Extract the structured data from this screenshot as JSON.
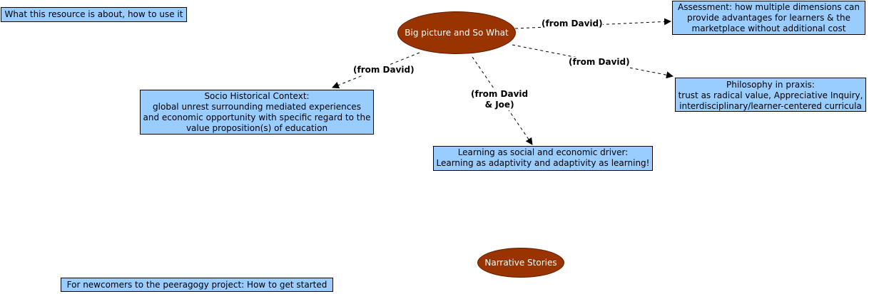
{
  "concepts": {
    "about": "What this resource is about, how to use it",
    "big_picture": "Big picture and So What",
    "assessment": [
      "Assessment:  how multiple dimensions can",
      "provide advantages for learners & the",
      "marketplace without additional cost"
    ],
    "philosophy": [
      "Philosophy in praxis:",
      "trust as radical value, Appreciative Inquiry,",
      "interdisciplinary/learner-centered curricula"
    ],
    "socio": [
      "Socio Historical Context:",
      "global unrest surrounding mediated experiences",
      "and economic opportunity with specific regard to the",
      "value proposition(s) of education"
    ],
    "learning": [
      "Learning as social and economic driver:",
      "Learning as adaptivity and adaptivity as learning!"
    ],
    "narrative": "Narrative Stories",
    "newcomers": "For newcomers to the peeragogy project: How to get started"
  },
  "links": {
    "to_assessment": "(from David)",
    "to_philosophy": "(from David)",
    "to_socio": "(from David)",
    "to_learning": [
      "(from David",
      "& Joe)"
    ]
  },
  "colors": {
    "box_fill": "#99ccff",
    "oval_fill": "#993300",
    "oval_text": "#ffffff"
  }
}
